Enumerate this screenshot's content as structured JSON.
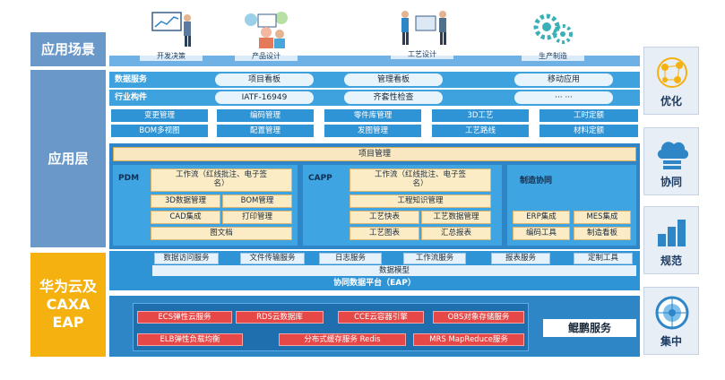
{
  "left_labels": {
    "scene": "应用场景",
    "app_layer": "应用层",
    "cloud": "华为云及 CAXA EAP"
  },
  "scenes": [
    "开发决策",
    "产品设计",
    "工艺设计",
    "生产制造"
  ],
  "rows": {
    "data_service": {
      "title": "数据服务",
      "items": [
        "项目看板",
        "管理看板",
        "移动应用"
      ]
    },
    "industry": {
      "title": "行业构件",
      "items": [
        "IATF-16949",
        "齐套性检查",
        "··· ···"
      ]
    },
    "mgmt_row1": [
      "变更管理",
      "编码管理",
      "零件库管理",
      "3D工艺",
      "工时定额"
    ],
    "mgmt_row2": [
      "BOM多视图",
      "配置管理",
      "发图管理",
      "工艺路线",
      "材料定额"
    ]
  },
  "project_mgmt": "项目管理",
  "pdm": {
    "title": "PDM",
    "workflow": "工作流（红线批注、电子签名）",
    "cells": [
      "3D数据管理",
      "BOM管理",
      "CAD集成",
      "打印管理",
      "图文档"
    ]
  },
  "capp": {
    "title": "CAPP",
    "workflow": "工作流（红线批注、电子签名）",
    "cells": [
      "工程知识管理",
      "工艺快表",
      "工艺数据管理",
      "工艺图表",
      "汇总报表"
    ]
  },
  "mfg": {
    "title": "制造协同",
    "cells": [
      "ERP集成",
      "MES集成",
      "编码工具",
      "制造看板"
    ]
  },
  "eap": {
    "services": [
      "数据访问服务",
      "文件传输服务",
      "日志服务",
      "工作流服务",
      "报表服务",
      "定制工具"
    ],
    "data_model": "数据模型",
    "title": "协同数据平台（EAP）"
  },
  "kunpeng": {
    "services_row1": [
      "ECS弹性云服务",
      "RDS云数据库",
      "CCE云容器引擎",
      "OBS对象存储服务"
    ],
    "services_row2": [
      "ELB弹性负载均衡",
      "分布式缓存服务 Redis",
      "MRS MapReduce服务"
    ],
    "name": "鲲鹏服务"
  },
  "right": [
    "优化",
    "协同",
    "规范",
    "集中"
  ],
  "colors": {
    "blue": "#3da2dd",
    "yellow": "#f4b10f",
    "red": "#e64848",
    "cream": "#fbecc6"
  }
}
